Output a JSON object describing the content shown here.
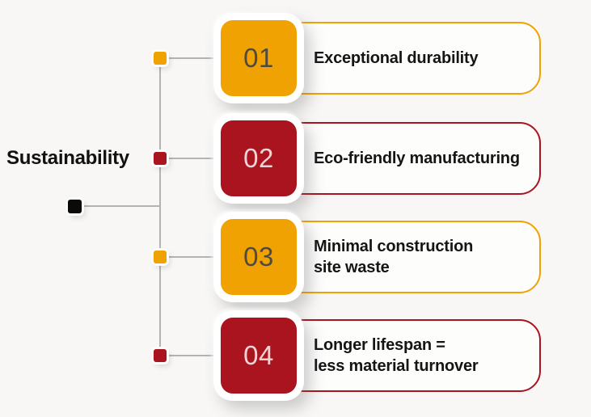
{
  "title": "Sustainability",
  "palette": {
    "amber": "#F0A202",
    "crimson": "#A9141F",
    "background": "#F8F7F5",
    "card_background": "#FDFDFC",
    "connector_gray": "#B3B3B3",
    "root_node_black": "#0A0A0A",
    "label_text": "#151515"
  },
  "rows": [
    {
      "number": "01",
      "label": "Exceptional durability",
      "accent": "#F0A202",
      "number_color": "#4E4A41"
    },
    {
      "number": "02",
      "label": "Eco-friendly manufacturing",
      "accent": "#A9141F",
      "number_color": "#EDD5D7"
    },
    {
      "number": "03",
      "label": "Minimal construction\nsite waste",
      "accent": "#F0A202",
      "number_color": "#4E4A41"
    },
    {
      "number": "04",
      "label": "Longer lifespan =\nless material turnover",
      "accent": "#A9141F",
      "number_color": "#EDD5D7"
    }
  ]
}
